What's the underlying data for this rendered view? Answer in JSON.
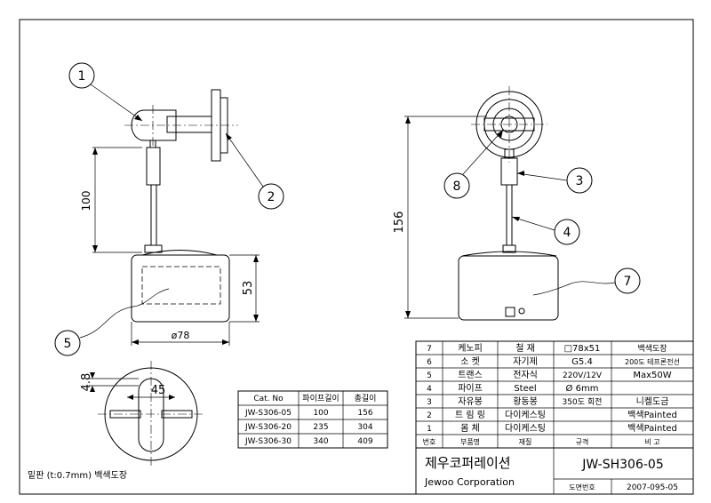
{
  "drawing": {
    "callouts": [
      "1",
      "2",
      "3",
      "4",
      "5",
      "7",
      "8"
    ],
    "dimensions": {
      "rod_height": "100",
      "total_height": "156",
      "base_height": "53",
      "base_diameter": "ø78",
      "slot_width": "4.8",
      "slot_spacing": "45"
    },
    "bottom_note": "밑판 (t:0.7mm) 백색도장"
  },
  "length_table": {
    "headers": [
      "Cat. No",
      "파이프길이",
      "총길이"
    ],
    "rows": [
      [
        "JW-S306-05",
        "100",
        "156"
      ],
      [
        "JW-S306-20",
        "235",
        "304"
      ],
      [
        "JW-S306-30",
        "340",
        "409"
      ]
    ]
  },
  "parts_table": {
    "headers": [
      "번호",
      "부품명",
      "재질",
      "규격",
      "비 고"
    ],
    "rows": [
      [
        "7",
        "케노피",
        "철 재",
        "□78x51",
        "백색도장"
      ],
      [
        "6",
        "소 켓",
        "자기제",
        "G5.4",
        "200도 테프론전선"
      ],
      [
        "5",
        "트랜스",
        "전자식",
        "220V/12V",
        "Max50W"
      ],
      [
        "4",
        "파이프",
        "Steel",
        "Ø 6mm",
        ""
      ],
      [
        "3",
        "자유봉",
        "황동봉",
        "350도 회전",
        "니켈도금"
      ],
      [
        "2",
        "트 림 링",
        "다이케스팅",
        "",
        "백색Painted"
      ],
      [
        "1",
        "몸 체",
        "다이케스팅",
        "",
        "백색Painted"
      ]
    ]
  },
  "title_block": {
    "company_kr": "제우코퍼레이션",
    "company_en": "Jewoo Corporation",
    "model": "JW-SH306-05",
    "drawing_no_label": "도면번호",
    "drawing_no": "2007-095-05"
  }
}
